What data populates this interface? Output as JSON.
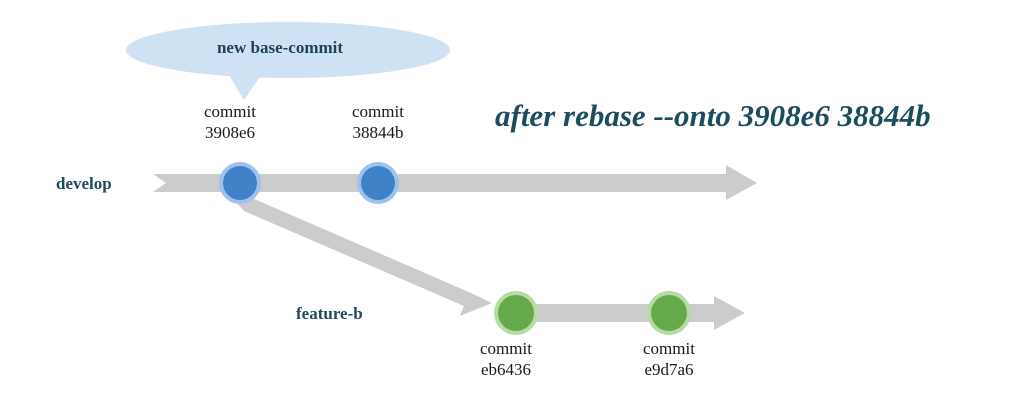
{
  "title": "after rebase --onto 3908e6 38844b",
  "callout": {
    "text": "new base-commit"
  },
  "branches": {
    "develop": "develop",
    "feature": "feature-b"
  },
  "commits": [
    {
      "line1": "commit",
      "line2": "3908e6",
      "branch": "develop",
      "color": "#3f82c8"
    },
    {
      "line1": "commit",
      "line2": "38844b",
      "branch": "develop",
      "color": "#3f82c8"
    },
    {
      "line1": "commit",
      "line2": "eb6436",
      "branch": "feature-b",
      "color": "#66a84c"
    },
    {
      "line1": "commit",
      "line2": "e9d7a6",
      "branch": "feature-b",
      "color": "#66a84c"
    }
  ],
  "colors": {
    "arrow": "#cccccc",
    "callout_fill": "#cfe2f3",
    "develop_node": "#3f82c8",
    "develop_ring": "#9ec2ee",
    "feature_node": "#66a84c",
    "feature_ring": "#b6dba4",
    "text_dark": "#1e4a5e"
  }
}
